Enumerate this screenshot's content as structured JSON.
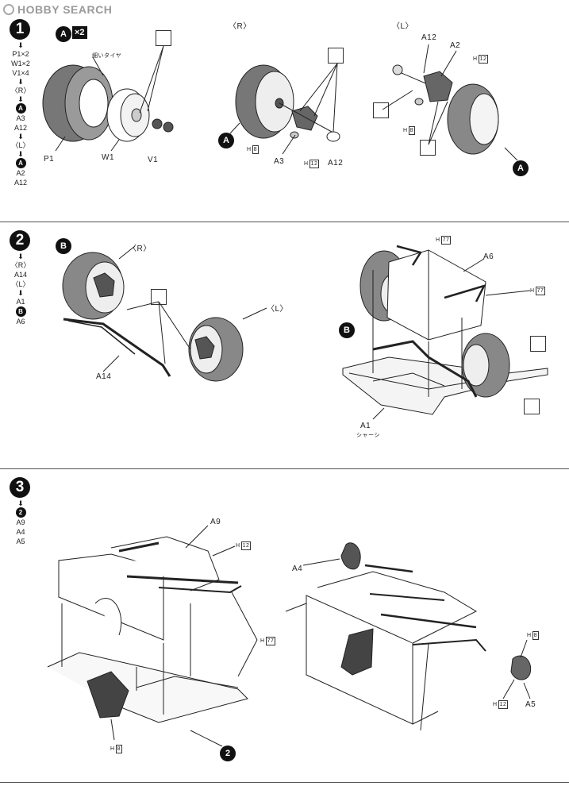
{
  "watermark": {
    "text": "HOBBY SEARCH"
  },
  "steps": [
    {
      "number": "1",
      "sequence": [
        "P1×2",
        "W1×2",
        "V1×4",
        "〈R〉",
        "A",
        "A3",
        "A12",
        "〈L〉",
        "A",
        "A2",
        "A12"
      ],
      "multiplier": {
        "badge": "A",
        "count": "×2"
      },
      "labels": {
        "tire_note": "細いタイヤ",
        "p1": "P1",
        "w1": "W1",
        "v1": "V1",
        "right": "〈R〉",
        "left": "〈L〉",
        "a3": "A3",
        "a12_r": "A12",
        "a12_l": "A12",
        "a2": "A2",
        "h8": "8",
        "h12_r": "12",
        "h12_l": "12",
        "h8_l": "8"
      }
    },
    {
      "number": "2",
      "sequence": [
        "〈R〉",
        "A14",
        "〈L〉",
        "A1",
        "B",
        "A6"
      ],
      "labels": {
        "right": "〈R〉",
        "left": "〈L〉",
        "a14": "A14",
        "a6": "A6",
        "a1": "A1",
        "chassis": "シャーシ",
        "h77_a": "77",
        "h77_b": "77"
      }
    },
    {
      "number": "3",
      "sequence": [
        "2",
        "A9",
        "A4",
        "A5"
      ],
      "labels": {
        "a9": "A9",
        "h12_a": "12",
        "h77": "77",
        "h8": "8",
        "a4": "A4",
        "a5": "A5",
        "h8_r": "8",
        "h12_r": "12",
        "ref_step": "2"
      }
    }
  ]
}
